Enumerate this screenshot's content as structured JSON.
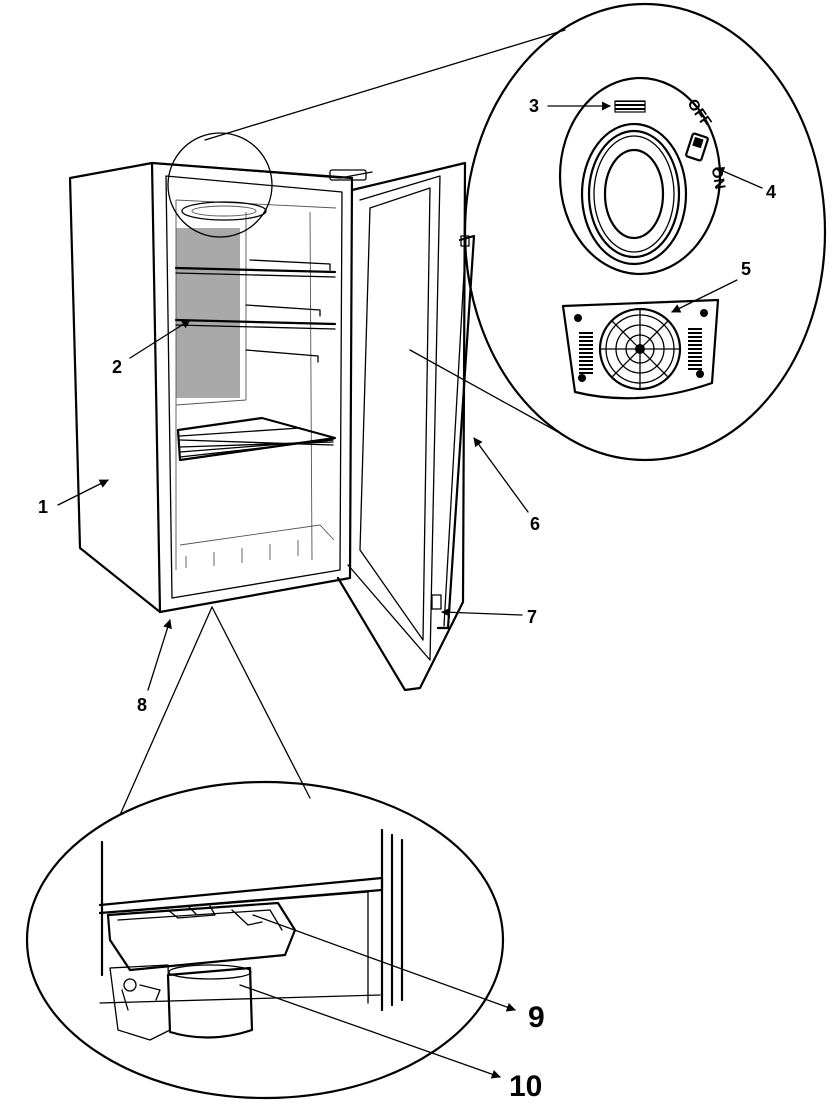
{
  "callouts": {
    "c1": "1",
    "c2": "2",
    "c3": "3",
    "c4": "4",
    "c5": "5",
    "c6": "6",
    "c7": "7",
    "c8": "8",
    "c9": "9",
    "c10": "10"
  },
  "controls": {
    "off_label": "OFF",
    "on_label": "ON"
  },
  "colors": {
    "line": "#000000",
    "shelf_panel": "#a9a9a9",
    "background": "#ffffff"
  }
}
